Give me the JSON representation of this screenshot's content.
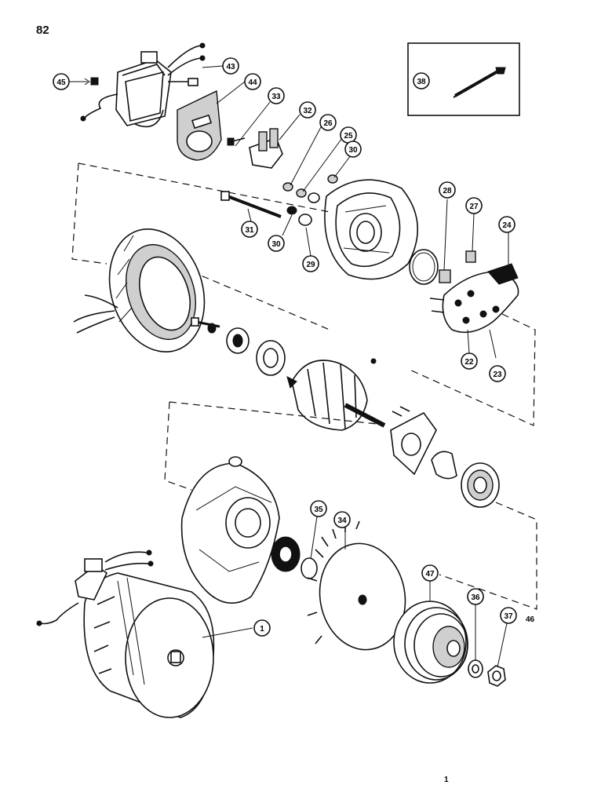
{
  "page_number": "82",
  "inset_label": "38",
  "callouts": [
    {
      "id": "c45",
      "label": "45"
    },
    {
      "id": "c43",
      "label": "43"
    },
    {
      "id": "c44",
      "label": "44"
    },
    {
      "id": "c33",
      "label": "33"
    },
    {
      "id": "c32",
      "label": "32"
    },
    {
      "id": "c26",
      "label": "26"
    },
    {
      "id": "c25",
      "label": "25"
    },
    {
      "id": "c30a",
      "label": "30"
    },
    {
      "id": "c31",
      "label": "31"
    },
    {
      "id": "c30b",
      "label": "30"
    },
    {
      "id": "c29",
      "label": "29"
    },
    {
      "id": "c28",
      "label": "28"
    },
    {
      "id": "c27",
      "label": "27"
    },
    {
      "id": "c24",
      "label": "24"
    },
    {
      "id": "c22",
      "label": "22"
    },
    {
      "id": "c23",
      "label": "23"
    },
    {
      "id": "c35",
      "label": "35"
    },
    {
      "id": "c34",
      "label": "34"
    },
    {
      "id": "c47",
      "label": "47"
    },
    {
      "id": "c36",
      "label": "36"
    },
    {
      "id": "c37",
      "label": "37"
    },
    {
      "id": "c46",
      "label": "46"
    },
    {
      "id": "c1",
      "label": "1"
    }
  ],
  "footer_mark": "1"
}
